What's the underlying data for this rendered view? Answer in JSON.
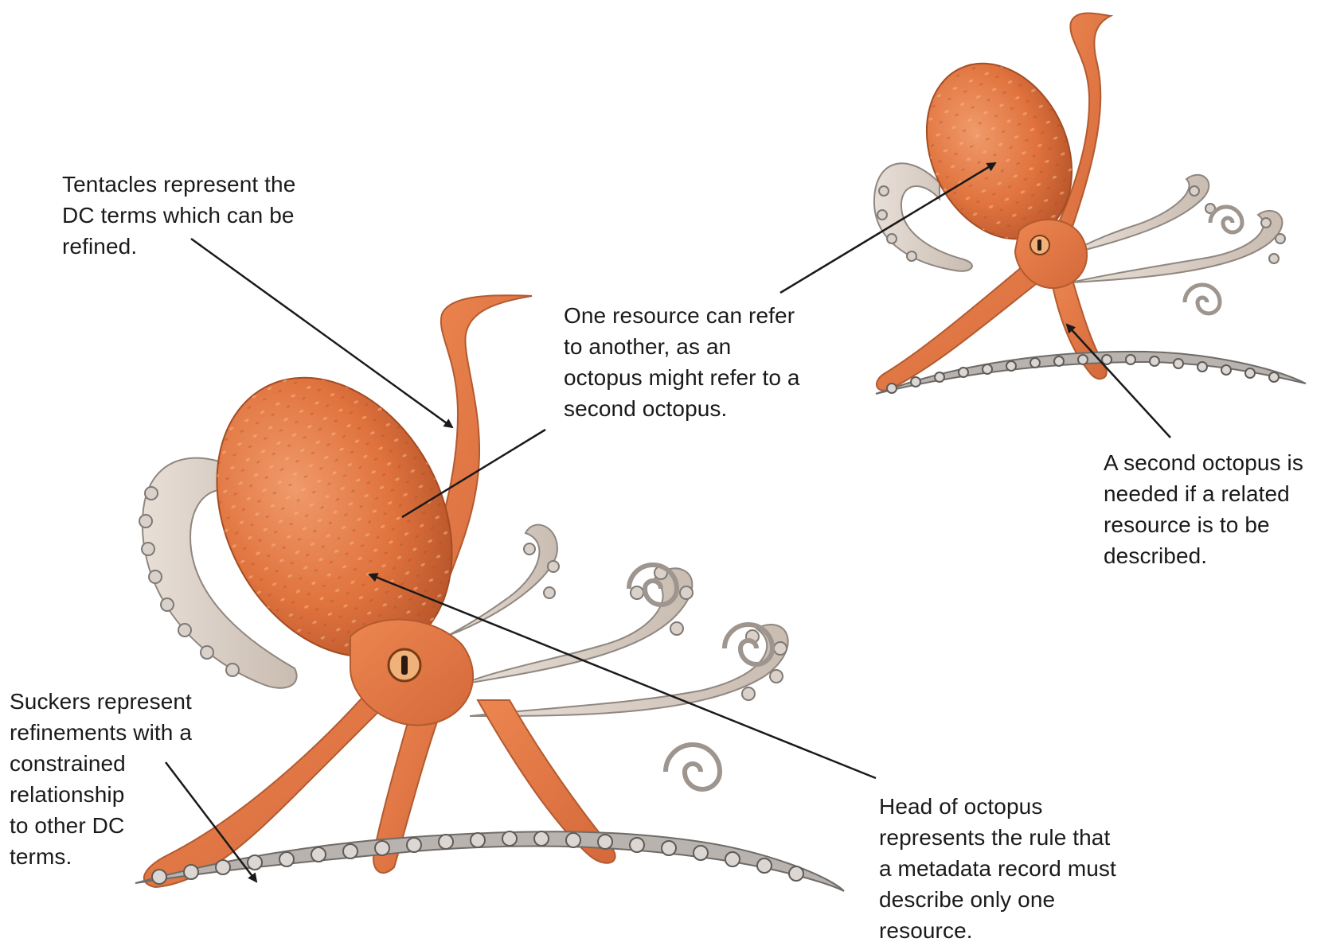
{
  "captions": {
    "tentacles": "Tentacles represent the\nDC terms which can be\nrefined.",
    "refer": "One resource can refer\nto another, as an\noctopus might refer to a\nsecond octopus.",
    "second_octopus": "A second octopus is\nneeded if a related\nresource is to be\ndescribed.",
    "suckers": "Suckers represent\nrefinements with a\nconstrained\nrelationship\nto other DC\nterms.",
    "head": "Head of octopus\nrepresents the rule that\na metadata record must\ndescribe only one\nresource."
  },
  "colors": {
    "body": "#E57A45",
    "body_shade": "#C95A2C",
    "arm_underside": "#DCD3CB",
    "sucker_ring": "#8A8784",
    "arrow": "#1a1a1a"
  }
}
